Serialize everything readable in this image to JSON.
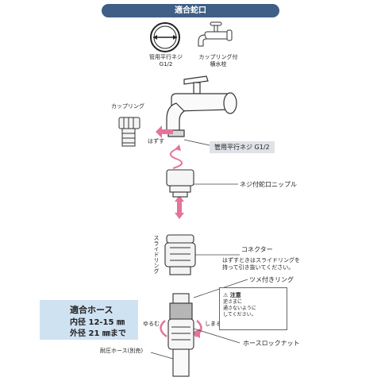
{
  "header": {
    "title": "適合蛇口"
  },
  "top_left": {
    "line1": "管用平行ネジ",
    "line2": "G1/2"
  },
  "top_right": {
    "line1": "カップリング付",
    "line2": "横水栓"
  },
  "left_part": {
    "label": "カップリング",
    "action": "はずす"
  },
  "callouts": {
    "thread": "管用平行ネジ G1/2",
    "nipple": "ネジ付蛇口ニップル",
    "connector": "コネクター",
    "connector_note_1": "はずすときはスライドリングを",
    "connector_note_2": "持って引き抜いてください。",
    "claw_ring": "ツメ付きリング",
    "hose_lock_nut": "ホースロックナット",
    "pressure_hose": "耐圧ホース(別売)"
  },
  "vertical_label": "スライドリング",
  "rotation": {
    "loosen": "ゆるむ",
    "tighten": "しまる"
  },
  "hose_spec": {
    "title": "適合ホース",
    "inner": "内径 12-15 ㎜",
    "outer": "外径 21 ㎜まで"
  },
  "caution": {
    "badge": "注意",
    "line1": "逆さまに",
    "line2": "通さないように",
    "line3": "してください。"
  },
  "colors": {
    "banner": "#3f5f86",
    "arrow": "#e6739a",
    "box": "#cfe2f2"
  }
}
